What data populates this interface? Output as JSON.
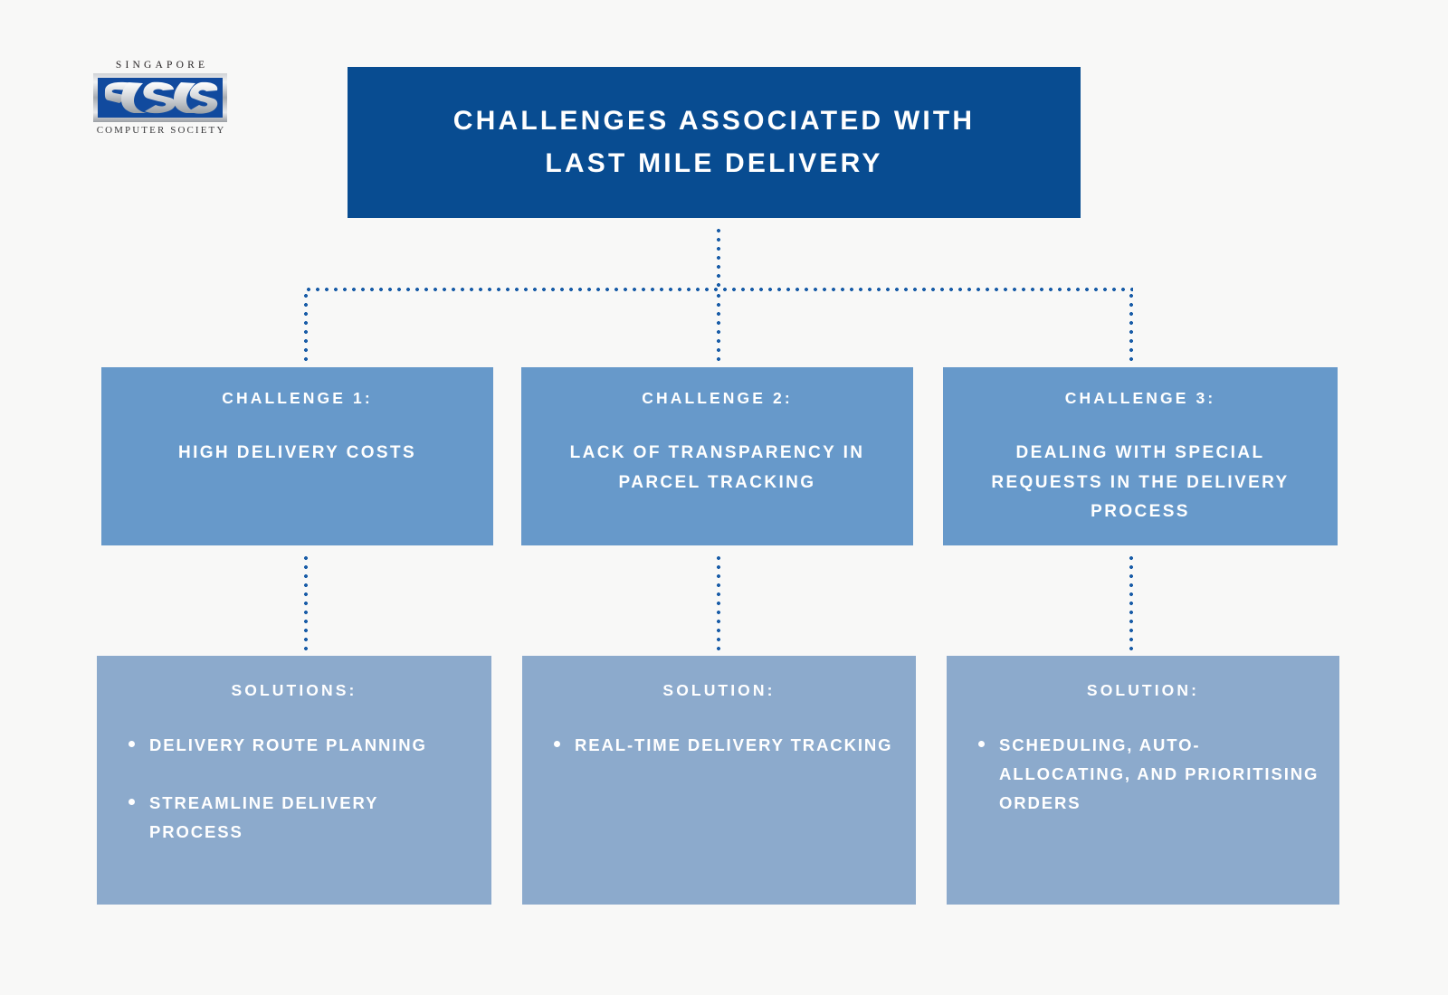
{
  "page": {
    "background_color": "#F8F8F7"
  },
  "logo": {
    "top_text": "SINGAPORE",
    "mark_text": "SCS",
    "bottom_text": "COMPUTER SOCIETY",
    "mark_background": "#114a9e"
  },
  "title": {
    "text": "CHALLENGES ASSOCIATED WITH\nLAST MILE DELIVERY",
    "background_color": "#084C91",
    "text_color": "#FFFFFF"
  },
  "connector": {
    "color": "#1A5DA8",
    "style": "dotted"
  },
  "challenges": [
    {
      "kicker": "CHALLENGE 1:",
      "body": "HIGH DELIVERY COSTS",
      "background_color": "#6799CA"
    },
    {
      "kicker": "CHALLENGE 2:",
      "body": "LACK OF TRANSPARENCY IN PARCEL TRACKING",
      "background_color": "#6799CA"
    },
    {
      "kicker": "CHALLENGE 3:",
      "body": "DEALING WITH SPECIAL REQUESTS IN THE DELIVERY PROCESS",
      "background_color": "#6799CA"
    }
  ],
  "solutions": [
    {
      "kicker": "SOLUTIONS:",
      "items": [
        "DELIVERY ROUTE PLANNING",
        "STREAMLINE DELIVERY PROCESS"
      ],
      "background_color": "#8CAACC"
    },
    {
      "kicker": "SOLUTION:",
      "items": [
        "REAL-TIME DELIVERY TRACKING"
      ],
      "background_color": "#8CAACC"
    },
    {
      "kicker": "SOLUTION:",
      "items": [
        "SCHEDULING, AUTO-ALLOCATING, AND PRIORITISING ORDERS"
      ],
      "background_color": "#8CAACC"
    }
  ]
}
